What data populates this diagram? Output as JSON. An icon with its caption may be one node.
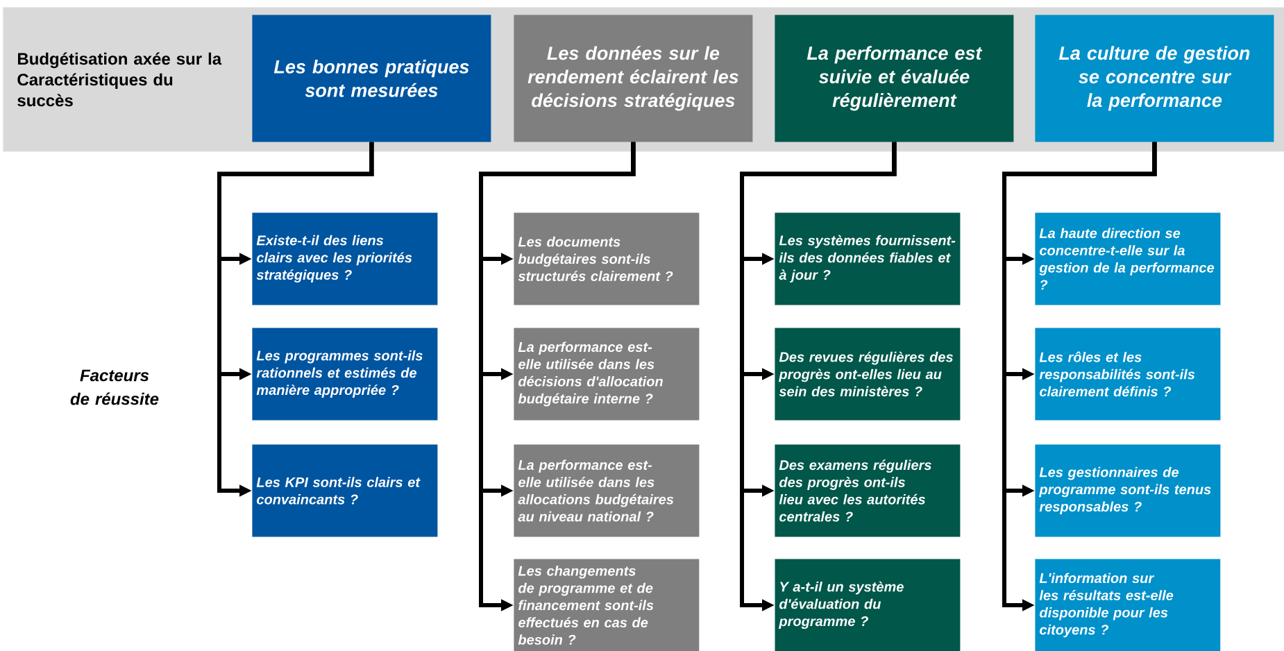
{
  "diagram": {
    "nodes": [
      {
        "text": [
          "Budgétisation axée sur la Caractéristiques du succès"
        ]
      },
      {
        "text": [
          "Les bonnes pratiques sont mesurées"
        ],
        "in": 0
      },
      {
        "text": [
          "Les données sur le rendement éclairent les décisions stratégiques"
        ],
        "in": 0
      },
      {
        "text": [
          "La performance est suivie et évaluée régulièrement"
        ],
        "in": 0
      },
      {
        "text": [
          "La culture de gestion se concentre sur la performance"
        ],
        "in": 0
      },
      {
        "text": [
          "Existe-t-il des liens clairs avec les priorités stratégiques ?"
        ]
      },
      {
        "text": [
          "Les programmes sont-ils rationnels et estimés de manière appropriée ?"
        ]
      },
      {
        "text": [
          "Les KPI sont-ils clairs et convaincants ?"
        ]
      },
      {
        "text": [
          "Les documents budgétaires sont-ils structurés clairement ?"
        ]
      },
      {
        "text": [
          "La performance est-elle utilisée dans les décisions d'allocation budgétaire interne ?"
        ]
      },
      {
        "text": [
          "La performance est-elle utilisée dans les allocations budgétaires au niveau national ?"
        ]
      },
      {
        "text": [
          "Les changements de programme et de financement sont-ils effectués en cas de besoin ?"
        ]
      },
      {
        "text": [
          "Les systèmes fournissent-ils des données fiables et à jour ?"
        ]
      },
      {
        "text": [
          "Des revues régulières des progrès ont-elles lieu au sein des ministères ?"
        ]
      },
      {
        "text": [
          "Des examens réguliers des progrès ont-ils lieu avec les autorités centrales ?"
        ]
      },
      {
        "text": [
          "Y a-t-il un système d'évaluation du programme ?"
        ]
      },
      {
        "text": [
          "La haute direction se concentre-t-elle sur la gestion de la performance ?"
        ]
      },
      {
        "text": [
          "Les rôles et les responsabilités sont-ils clairement définis ?"
        ]
      },
      {
        "text": [
          "Les gestionnaires de programme sont-ils tenus responsables ?"
        ]
      },
      {
        "text": [
          "L'information sur les résultats est-elle disponible pour les citoyens ?"
        ]
      }
    ],
    "edges": [
      {
        "from": 1,
        "to": 5,
        "arrow": "to"
      },
      {
        "from": 1,
        "to": 6,
        "arrow": "to"
      },
      {
        "from": 1,
        "to": 7,
        "arrow": "to"
      },
      {
        "from": 2,
        "to": 8,
        "arrow": "to"
      },
      {
        "from": 2,
        "to": 9,
        "arrow": "to"
      },
      {
        "from": 2,
        "to": 10,
        "arrow": "to"
      },
      {
        "from": 2,
        "to": 11,
        "arrow": "to"
      },
      {
        "from": 3,
        "to": 12,
        "arrow": "to"
      },
      {
        "from": 3,
        "to": 13,
        "arrow": "to"
      },
      {
        "from": 3,
        "to": 14,
        "arrow": "to"
      },
      {
        "from": 3,
        "to": 15,
        "arrow": "to"
      },
      {
        "from": 4,
        "to": 16,
        "arrow": "to"
      },
      {
        "from": 4,
        "to": 17,
        "arrow": "to"
      },
      {
        "from": 4,
        "to": 18,
        "arrow": "to"
      },
      {
        "from": 4,
        "to": 19,
        "arrow": "to"
      }
    ],
    "labels": [
      "Facteurs de réussite"
    ]
  }
}
